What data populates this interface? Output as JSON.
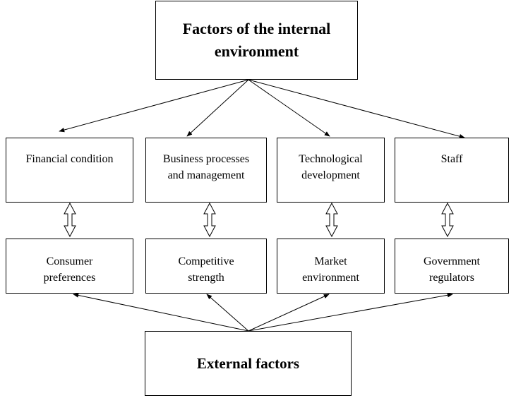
{
  "diagram": {
    "internal_title": "Factors of the internal\nenvironment",
    "external_title": "External factors",
    "internal_factors": [
      {
        "label": "Financial condition"
      },
      {
        "label": "Business processes\nand management"
      },
      {
        "label": "Technological\ndevelopment"
      },
      {
        "label": "Staff"
      }
    ],
    "external_factors": [
      {
        "label": "Consumer\npreferences"
      },
      {
        "label": "Competitive\nstrength"
      },
      {
        "label": "Market\nenvironment"
      },
      {
        "label": "Government\nregulators"
      }
    ]
  },
  "colors": {
    "line": "#000000",
    "background": "#ffffff"
  }
}
